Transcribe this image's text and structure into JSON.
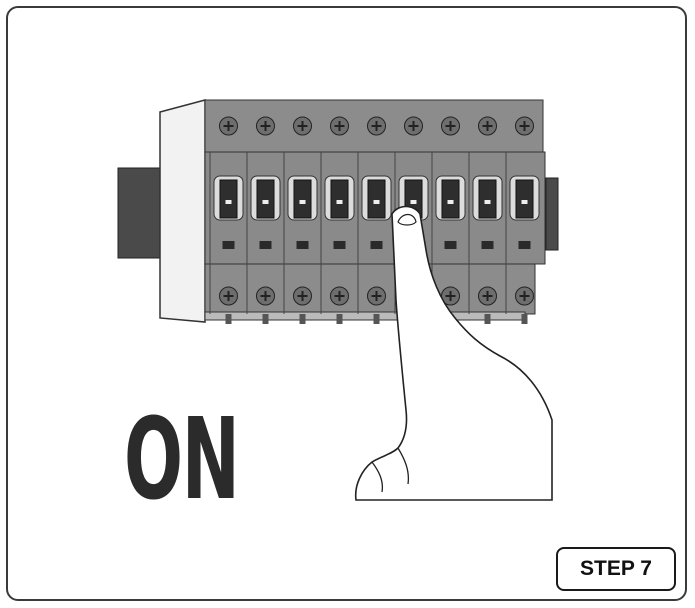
{
  "power_label": "ON",
  "step_label": "STEP 7",
  "breaker_count": 9,
  "colors": {
    "frame": "#3a3a3a",
    "panel_dark": "#7b7b7b",
    "panel_mid": "#9a9a9a",
    "panel_light": "#c4c4c4",
    "text": "#2b2b2b"
  }
}
